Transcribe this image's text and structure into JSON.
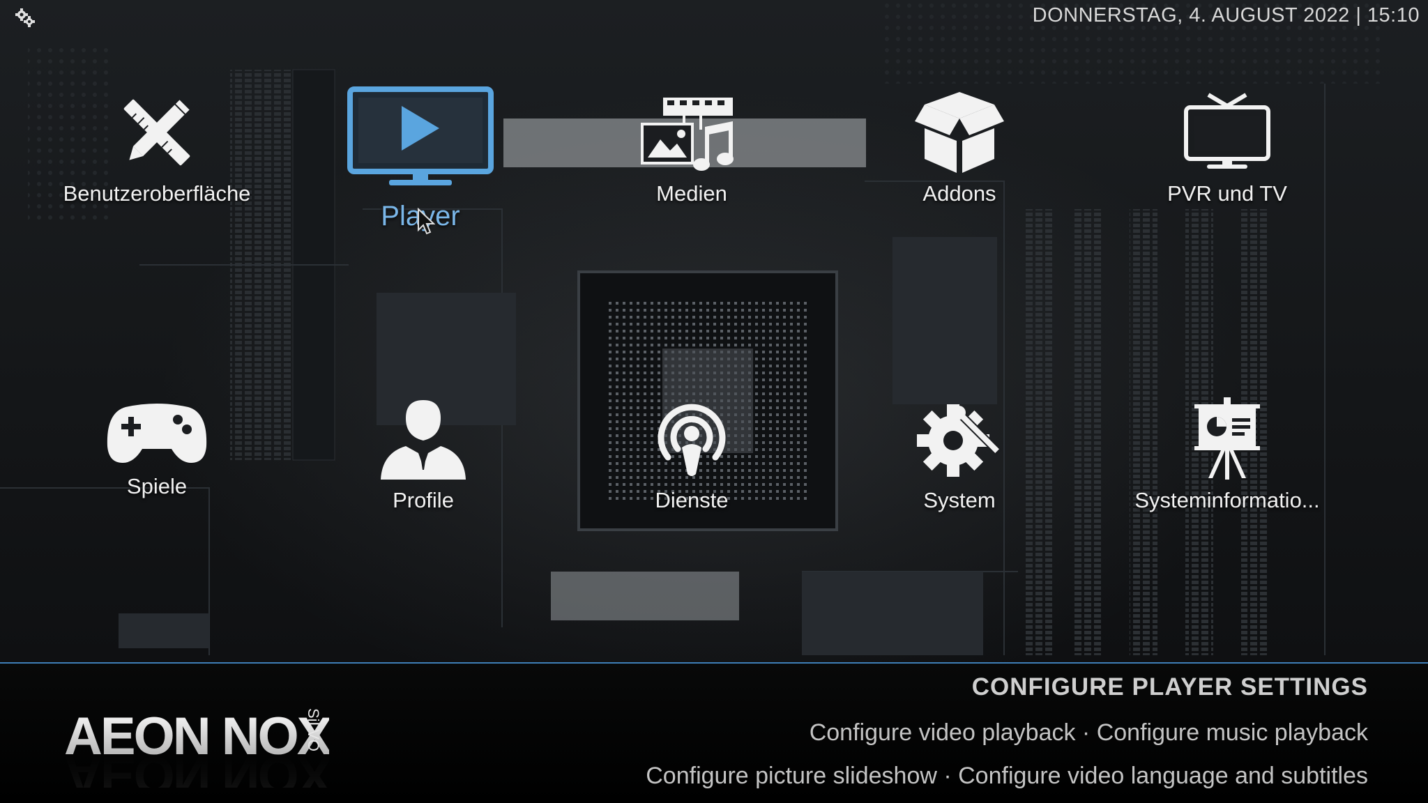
{
  "header": {
    "datetime": "DONNERSTAG, 4. AUGUST 2022 | 15:10"
  },
  "menu": [
    {
      "id": "interface",
      "label": "Benutzeroberfläche",
      "icon": "pencil-ruler-icon"
    },
    {
      "id": "player",
      "label": "Player",
      "icon": "tv-play-icon",
      "focused": true
    },
    {
      "id": "media",
      "label": "Medien",
      "icon": "media-film-music-icon"
    },
    {
      "id": "addons",
      "label": "Addons",
      "icon": "open-box-icon"
    },
    {
      "id": "pvr",
      "label": "PVR und TV",
      "icon": "tv-antenna-icon"
    },
    {
      "id": "games",
      "label": "Spiele",
      "icon": "gamepad-icon"
    },
    {
      "id": "profiles",
      "label": "Profile",
      "icon": "user-silhouette-icon"
    },
    {
      "id": "services",
      "label": "Dienste",
      "icon": "broadcast-icon"
    },
    {
      "id": "system",
      "label": "System",
      "icon": "gear-wrench-icon"
    },
    {
      "id": "sysinfo",
      "label": "Systeminformatio...",
      "icon": "presentation-easel-icon"
    }
  ],
  "info": {
    "title": "CONFIGURE PLAYER SETTINGS",
    "line1": "Configure video playback · Configure music playback",
    "line2": "Configure picture slideshow · Configure video language and subtitles"
  },
  "logo": {
    "text": "AEON NOX",
    "sub": "SiLVO"
  },
  "colors": {
    "accent": "#7ab6e8",
    "focus_frame": "#5aa5df",
    "text": "#f2f2f2"
  }
}
